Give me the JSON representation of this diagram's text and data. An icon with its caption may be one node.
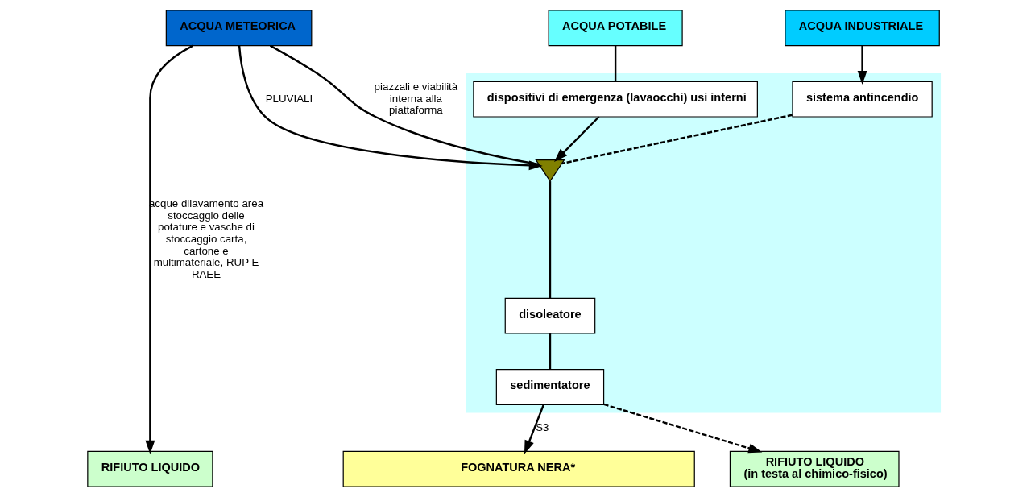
{
  "diagram": {
    "nodes": [
      {
        "text": [
          "ACQUA INDUSTRIALE"
        ]
      },
      {
        "text": [
          "ACQUA POTABILE"
        ]
      },
      {
        "text": [
          "ACQUA METEORICA"
        ]
      },
      {
        "text": [],
        "shape": "box"
      },
      {
        "text": [
          "dispositivi di emergenza (lavaocchi) usi interni"
        ],
        "in": 3
      },
      {
        "text": [
          "sistema antincendio"
        ],
        "in": 3
      },
      {
        "text": [],
        "shape": "valve",
        "in": 3
      },
      {
        "text": [
          "disoleatore"
        ],
        "in": 3
      },
      {
        "text": [
          "sedimentatore"
        ],
        "in": 3
      },
      {
        "text": [
          "RIFIUTO LIQUIDO",
          "(in testa al chimico-fisico)"
        ]
      },
      {
        "text": [
          "FOGNATURA NERA*"
        ]
      },
      {
        "text": [
          "RIFIUTO LIQUIDO"
        ]
      }
    ],
    "edges": [
      {
        "from": 0,
        "to": 5,
        "arrow": "to"
      },
      {
        "from": 1,
        "to": 4,
        "arrow": "none"
      },
      {
        "from": 2,
        "to": 6,
        "arrow": "to",
        "label": "PLUVIALI"
      },
      {
        "from": 2,
        "to": 6,
        "arrow": "none",
        "label": "piazzali e viabilità interna alla piattaforma"
      },
      {
        "from": 4,
        "to": 6,
        "arrow": "to"
      },
      {
        "from": 5,
        "to": 6,
        "arrow": "none",
        "style": "dashed"
      },
      {
        "from": 6,
        "to": 7,
        "arrow": "none"
      },
      {
        "from": 7,
        "to": 8,
        "arrow": "none"
      },
      {
        "from": 8,
        "to": 10,
        "arrow": "to",
        "label": "S3"
      },
      {
        "from": 8,
        "to": 9,
        "arrow": "to",
        "style": "dashed"
      },
      {
        "from": 2,
        "to": 11,
        "arrow": "to",
        "label": "acque dilavamento area stoccaggio delle potature e vasche di stoccaggio carta, cartone e multimateriale, RUP E RAEE"
      }
    ]
  }
}
